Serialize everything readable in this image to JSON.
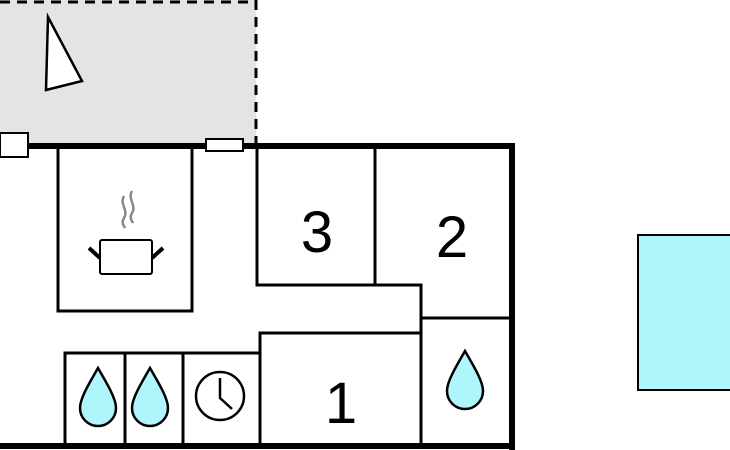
{
  "rooms": [
    {
      "label": "3"
    },
    {
      "label": "2"
    },
    {
      "label": "1"
    }
  ],
  "icons": [
    "compass-icon",
    "kitchen-pot-icon",
    "water-drop-icon",
    "water-drop-icon",
    "clock-icon",
    "water-drop-icon"
  ],
  "colors": {
    "terrace": "#e4e4e4",
    "water": "#aef6fb",
    "pool": "#aef6fb",
    "wall": "#000000"
  }
}
